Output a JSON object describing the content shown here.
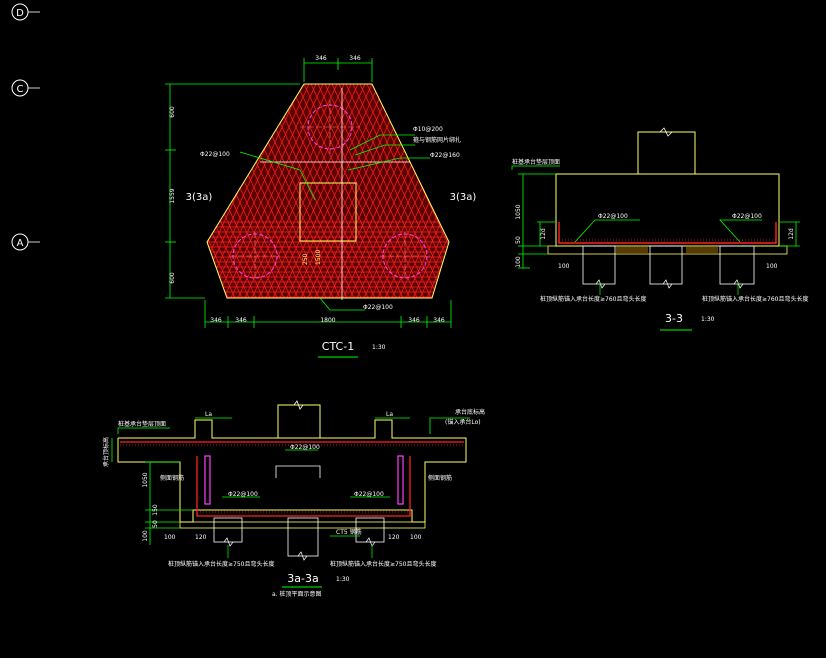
{
  "colors": {
    "background": "#000000",
    "outline": "#ffff66",
    "rebar": "#ff2020",
    "rebar_dense": "#cc1111",
    "dimension": "#00ff00",
    "magenta": "#ff40ff",
    "white": "#ffffff",
    "cyan": "#00ffff"
  },
  "grid_axes": [
    "D",
    "C",
    "A"
  ],
  "ctc1": {
    "title": "CTC-1",
    "scale": "1:30",
    "top_dims": [
      "346",
      "346"
    ],
    "bottom_dims": [
      "346",
      "346",
      "1800",
      "346",
      "346"
    ],
    "left_dims": [
      "600",
      "1559",
      "600"
    ],
    "section_left": "3(3a)",
    "section_right": "3(3a)",
    "rebar_labels": [
      "Φ22@100",
      "Φ10@200",
      "Φ22@160",
      "Φ22@100"
    ],
    "note_top": "箍与钢筋网片绑扎",
    "inner_dims": [
      "250",
      "1500"
    ]
  },
  "sec33": {
    "title": "3-3",
    "scale": "1:30",
    "top_note": "桩基承台垫层顶面",
    "left_dims": [
      "1050",
      "50",
      "100"
    ],
    "right_dims": [
      "12d"
    ],
    "left_inner_dim": "12d",
    "rebar_labels": [
      "Φ22@100",
      "Φ22@100"
    ],
    "bottom_dims": [
      "100",
      "100"
    ],
    "notes": [
      "桩顶纵筋锚入承台长度≥760且弯头长度",
      "桩顶纵筋锚入承台长度≥760且弯头长度"
    ]
  },
  "sec3a": {
    "title": "3a-3a",
    "scale": "1:30",
    "subtitle": "a. 桩顶平面示意图",
    "top_left_note": "桩基承台垫层顶面",
    "top_right_note": "承台底标高",
    "top_right_note2": "(锚入承台Lo)",
    "left_labels": [
      "承台顶标高",
      "1050",
      "150",
      "50",
      "100"
    ],
    "side_labels": [
      "侧面钢筋",
      "侧面钢筋"
    ],
    "la_labels": [
      "La",
      "La"
    ],
    "rebar_labels": [
      "Φ22@100",
      "Φ22@100",
      "Φ22@100"
    ],
    "cts_label": "CT5 钢筋",
    "bottom_dims": [
      "100",
      "120",
      "120",
      "100"
    ],
    "notes": [
      "桩顶纵筋锚入承台长度≥750且弯头长度",
      "桩顶纵筋锚入承台长度≥750且弯头长度"
    ]
  }
}
